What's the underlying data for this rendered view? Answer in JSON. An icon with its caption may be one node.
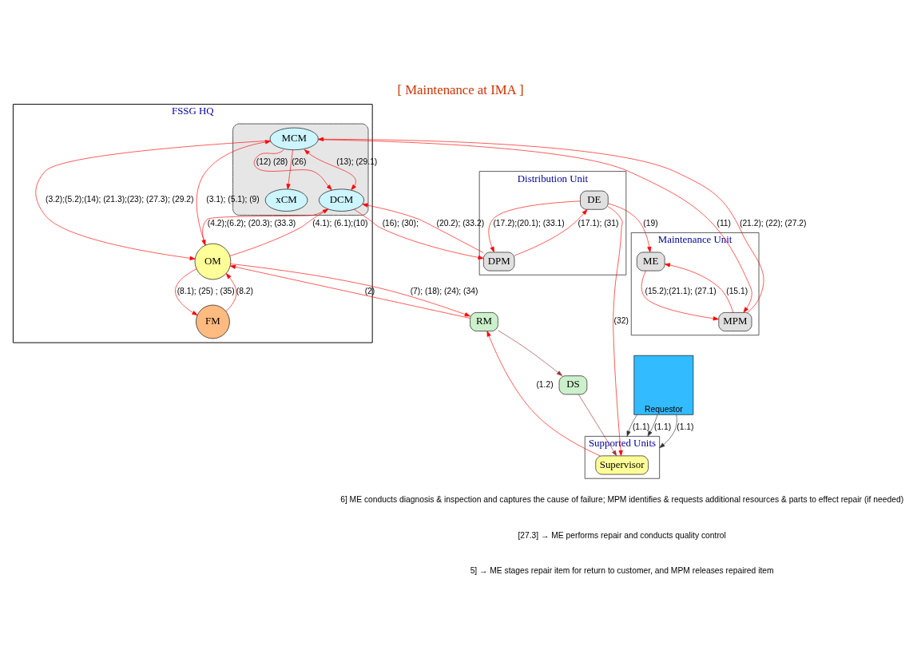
{
  "diagram": {
    "title": "[ Maintenance at IMA ]",
    "nodes": [
      {
        "text": [
          "FSSG HQ"
        ]
      },
      {
        "text": [],
        "shape": "box",
        "in": 0
      },
      {
        "text": [
          "xCM"
        ],
        "in": 1
      },
      {
        "text": [
          "MCM"
        ],
        "in": 1
      },
      {
        "text": [
          "DCM"
        ],
        "in": 1
      },
      {
        "text": [
          "OM"
        ],
        "in": 0
      },
      {
        "text": [
          "FM"
        ],
        "in": 0
      },
      {
        "text": [
          "Maintenance Unit"
        ]
      },
      {
        "text": [
          "ME"
        ],
        "in": 7
      },
      {
        "text": [
          "MPM"
        ],
        "in": 7
      },
      {
        "text": [
          "Distribution Unit"
        ]
      },
      {
        "text": [
          "DE"
        ],
        "in": 10
      },
      {
        "text": [
          "DPM"
        ],
        "in": 10
      },
      {
        "text": [
          "Supported Units"
        ]
      },
      {
        "text": [
          "RM"
        ]
      },
      {
        "text": [
          "Supervisor"
        ],
        "in": 13
      },
      {
        "text": [
          "DS"
        ]
      },
      {
        "text": [
          "Requestor"
        ]
      }
    ],
    "edges": [
      {
        "from": 3,
        "to": 2,
        "arrow": "to",
        "label": "(26)"
      },
      {
        "from": 3,
        "to": 9,
        "arrow": "to",
        "label": "(11)"
      },
      {
        "from": 9,
        "to": 3,
        "arrow": "to",
        "label": "(21.2); (22); (27.2)"
      },
      {
        "from": 9,
        "to": 8,
        "arrow": "to",
        "label": "(15.1)"
      },
      {
        "from": 8,
        "to": 9,
        "arrow": "to",
        "label": "(15.2);(21.1); (27.1)"
      },
      {
        "from": 11,
        "to": 8,
        "arrow": "to",
        "label": "(19)"
      },
      {
        "from": 12,
        "to": 11,
        "arrow": "to",
        "label": "(17.1); (31)"
      },
      {
        "from": 11,
        "to": 12,
        "arrow": "to",
        "label": "(17.2);(20.1); (33.1)"
      },
      {
        "from": 4,
        "to": 12,
        "arrow": "to",
        "label": "(16); (30);"
      },
      {
        "from": 12,
        "to": 4,
        "arrow": "to",
        "label": "(20.2); (33.2)"
      },
      {
        "from": 11,
        "to": 15,
        "arrow": "to",
        "label": "(32)"
      },
      {
        "from": 3,
        "to": 4,
        "arrow": "to",
        "label": "(12) (28)"
      },
      {
        "from": 3,
        "to": 4,
        "arrow": "both",
        "label": "(13); (29.1)"
      },
      {
        "from": 5,
        "to": 3,
        "arrow": "to",
        "label": "(3.1); (5.1); (9)"
      },
      {
        "from": 3,
        "to": 5,
        "arrow": "to",
        "label": "(3.2);(5.2);(14); (21.3);(23); (27.3); (29.2)"
      },
      {
        "from": 5,
        "to": 4,
        "arrow": "to",
        "label": "(4.1); (6.1);(10)"
      },
      {
        "from": 4,
        "to": 5,
        "arrow": "to",
        "label": "(4.2);(6.2); (20.3); (33.3)"
      },
      {
        "from": 5,
        "to": 6,
        "arrow": "to",
        "label": "(8.1); (25) ; (35)"
      },
      {
        "from": 6,
        "to": 5,
        "arrow": "to",
        "label": "(8.2)"
      },
      {
        "from": 14,
        "to": 5,
        "arrow": "to",
        "label": "(2)"
      },
      {
        "from": 5,
        "to": 14,
        "arrow": "to",
        "label": "(7); (18); (24); (34)"
      },
      {
        "from": 15,
        "to": 14,
        "arrow": "to",
        "label": "(1.2)"
      },
      {
        "from": 14,
        "to": 16,
        "arrow": "to",
        "color": "#993333"
      },
      {
        "from": 16,
        "to": 15,
        "arrow": "to",
        "color": "#993333"
      },
      {
        "from": 17,
        "to": 13,
        "arrow": "to",
        "label": "(1.1)",
        "color": "#333333"
      },
      {
        "from": 17,
        "to": 13,
        "arrow": "to",
        "label": "(1.1)",
        "color": "#333333"
      },
      {
        "from": 17,
        "to": 13,
        "arrow": "to",
        "label": "(1.1)",
        "color": "#333333"
      }
    ],
    "labels": [
      "6] ME conducts diagnosis & inspection and captures the cause of failure; MPM identifies & requests additional resources & parts to effect repair (if needed)",
      "[27.3] → ME performs repair and conducts quality control",
      "5] → ME stages repair item for return to customer, and MPM releases repaired item"
    ]
  }
}
